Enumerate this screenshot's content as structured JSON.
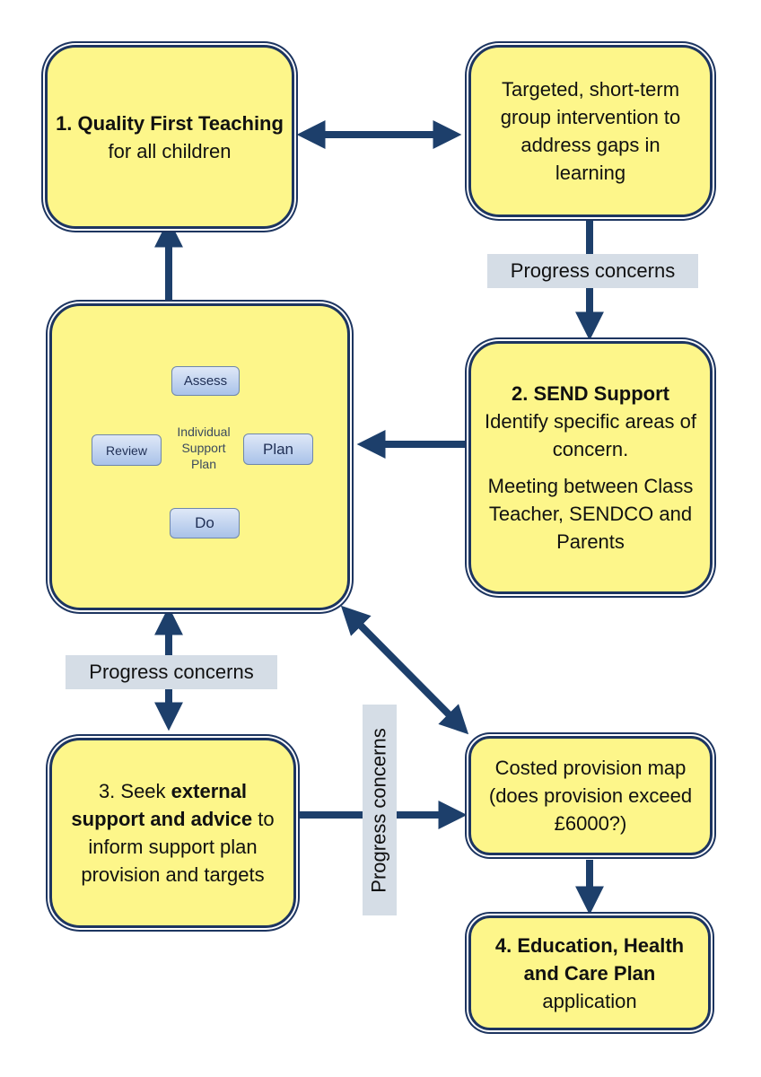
{
  "colors": {
    "box_fill": "#fdf68a",
    "border": "#1d3560",
    "arrow": "#1d3f6b",
    "label_bg": "#d5dde6",
    "cycle_box": "#b7cdee"
  },
  "nodes": {
    "quality_first": {
      "bold": "1. Quality First Teaching",
      "rest": " for all children"
    },
    "targeted": {
      "text": "Targeted, short-term group intervention to address gaps in learning"
    },
    "send_support": {
      "bold": "2.  SEND Support",
      "line1": "Identify specific areas of concern.",
      "line2": "Meeting between Class Teacher, SENDCO and Parents"
    },
    "external": {
      "prefix": "3. Seek ",
      "bold": "external support and advice",
      "rest": " to inform support plan provision and targets"
    },
    "costed": {
      "text": "Costed provision map (does provision exceed £6000?)"
    },
    "ehcp": {
      "bold": "4. Education, Health and Care Plan",
      "rest": "application"
    }
  },
  "cycle": {
    "center": "Individual Support Plan",
    "steps": [
      "Assess",
      "Plan",
      "Do",
      "Review"
    ]
  },
  "labels": {
    "progress_right": "Progress concerns",
    "progress_left": "Progress concerns",
    "progress_vertical": "Progress concerns"
  }
}
